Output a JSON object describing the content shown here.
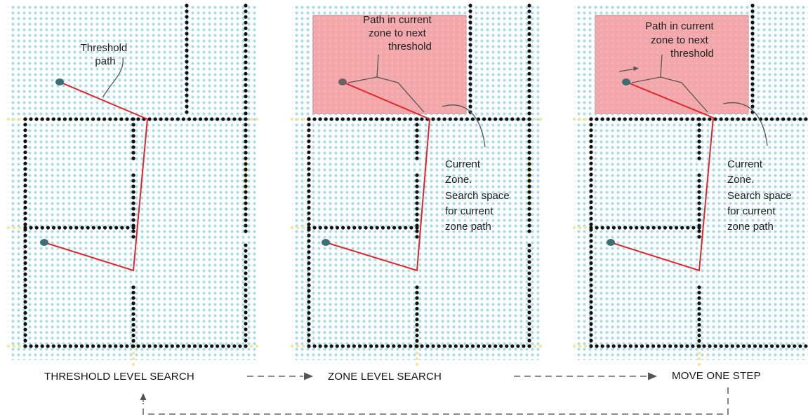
{
  "colors": {
    "background": "#ffffff",
    "grid_dot": "#a9dce6",
    "wall_dot": "#111111",
    "door_dot": "#f5e6a1",
    "path_line": "#e0262b",
    "node": "#3b6f74",
    "zone_fill": "#f4a6a8",
    "annotation_line": "#555555",
    "arrow": "#555555"
  },
  "panels": [
    {
      "id": "threshold",
      "annotation": {
        "lines": [
          "Threshold",
          "path"
        ]
      },
      "has_zone": false,
      "has_move_arrow": false
    },
    {
      "id": "zone",
      "zone_annotation": {
        "lines": [
          "Path in current",
          "zone to next",
          "threshold"
        ]
      },
      "current_zone_annotation": {
        "lines": [
          "Current",
          "Zone.",
          "Search space",
          "for current",
          "zone path"
        ]
      },
      "has_zone": true,
      "has_move_arrow": false
    },
    {
      "id": "move",
      "zone_annotation": {
        "lines": [
          "Path in current",
          "zone to next",
          "threshold"
        ]
      },
      "current_zone_annotation": {
        "lines": [
          "Current",
          "Zone.",
          "Search space",
          "for current",
          "zone path"
        ]
      },
      "has_zone": true,
      "has_move_arrow": true
    }
  ],
  "steps": [
    {
      "label": "THRESHOLD LEVEL SEARCH"
    },
    {
      "label": "ZONE LEVEL SEARCH"
    },
    {
      "label": "MOVE ONE STEP"
    }
  ],
  "flow_icons": [
    "dashed-arrow-right-icon",
    "dashed-arrow-right-icon",
    "dashed-loop-back-arrow-icon"
  ]
}
